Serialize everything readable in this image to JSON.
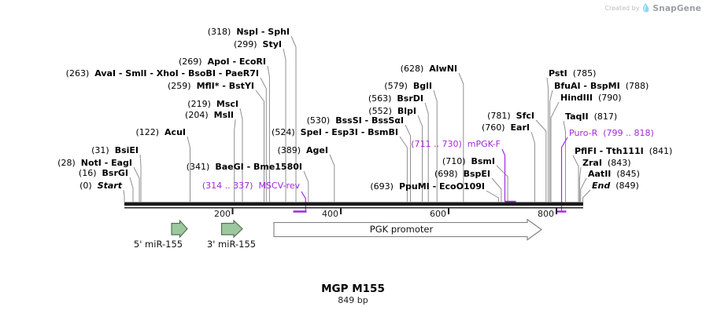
{
  "watermark": {
    "created_by": "Created by",
    "brand": "SnapGene"
  },
  "plasmid": {
    "name": "MGP M155",
    "length": "849 bp"
  },
  "axis": {
    "ticks": [
      "200",
      "400",
      "600",
      "800"
    ]
  },
  "features": {
    "mir5": "5' miR-155",
    "mir3": "3' miR-155",
    "pgk": "PGK promoter"
  },
  "sites": {
    "nspI": {
      "pos": "(318)",
      "name": "NspI - SphI"
    },
    "styI": {
      "pos": "(299)",
      "name": "StyI"
    },
    "apoI": {
      "pos": "(269)",
      "name": "ApoI - EcoRI"
    },
    "avaI": {
      "pos": "(263)",
      "name": "AvaI - SmlI - XhoI - BsoBI - PaeR7I"
    },
    "mflI": {
      "pos": "(259)",
      "name": "MflI* - BstYI"
    },
    "mscI": {
      "pos": "(219)",
      "name": "MscI"
    },
    "mslI": {
      "pos": "(204)",
      "name": "MslI"
    },
    "acuI": {
      "pos": "(122)",
      "name": "AcuI"
    },
    "bsiEI": {
      "pos": "(31)",
      "name": "BsiEI"
    },
    "notI": {
      "pos": "(28)",
      "name": "NotI - EagI"
    },
    "bsrGI": {
      "pos": "(16)",
      "name": "BsrGI"
    },
    "start": {
      "pos": "(0)",
      "name": "Start"
    },
    "bssSI": {
      "pos": "(530)",
      "name": "BssSI - BssSαI"
    },
    "speI": {
      "pos": "(524)",
      "name": "SpeI - Esp3I - BsmBI"
    },
    "ageI": {
      "pos": "(389)",
      "name": "AgeI"
    },
    "baeGI": {
      "pos": "(341)",
      "name": "BaeGI - Bme1580I"
    },
    "alwNI": {
      "pos": "(628)",
      "name": "AlwNI"
    },
    "bglI": {
      "pos": "(579)",
      "name": "BglI"
    },
    "bsrDI": {
      "pos": "(563)",
      "name": "BsrDI"
    },
    "blpI": {
      "pos": "(552)",
      "name": "BlpI"
    },
    "sfcI": {
      "pos": "(781)",
      "name": "SfcI"
    },
    "earI": {
      "pos": "(760)",
      "name": "EarI"
    },
    "bsmI": {
      "pos": "(710)",
      "name": "BsmI"
    },
    "bspEI": {
      "pos": "(698)",
      "name": "BspEI"
    },
    "ppuMI": {
      "pos": "(693)",
      "name": "PpuMI - EcoO109I"
    },
    "pstI": {
      "pos": "(785)",
      "name": "PstI"
    },
    "bfuAI": {
      "pos": "(788)",
      "name": "BfuAI - BspMI"
    },
    "hindIII": {
      "pos": "(790)",
      "name": "HindIII"
    },
    "taqII": {
      "pos": "(817)",
      "name": "TaqII"
    },
    "pflFI": {
      "pos": "(841)",
      "name": "PflFI - Tth111I"
    },
    "zraI": {
      "pos": "(843)",
      "name": "ZraI"
    },
    "aatII": {
      "pos": "(845)",
      "name": "AatII"
    },
    "end": {
      "pos": "(849)",
      "name": "End"
    }
  },
  "primers": {
    "mscvRev": {
      "pos": "(314 .. 337)",
      "name": "MSCV-rev"
    },
    "mpgkF": {
      "pos": "(711 .. 730)",
      "name": "mPGK-F"
    },
    "puroR": {
      "pos": "(799 .. 818)",
      "name": "Puro-R"
    }
  },
  "colors": {
    "primer": "#A228DD",
    "feature-fill": "#9DC89F",
    "feature-stroke": "#4F7350",
    "leader": "#8F8F8F",
    "axis": "#1A1A1A",
    "label": "#000000",
    "watermark-text": "#BDBDBD",
    "watermark-brand": "#9AA0A5",
    "logo-blue": "#8AD9F6"
  }
}
